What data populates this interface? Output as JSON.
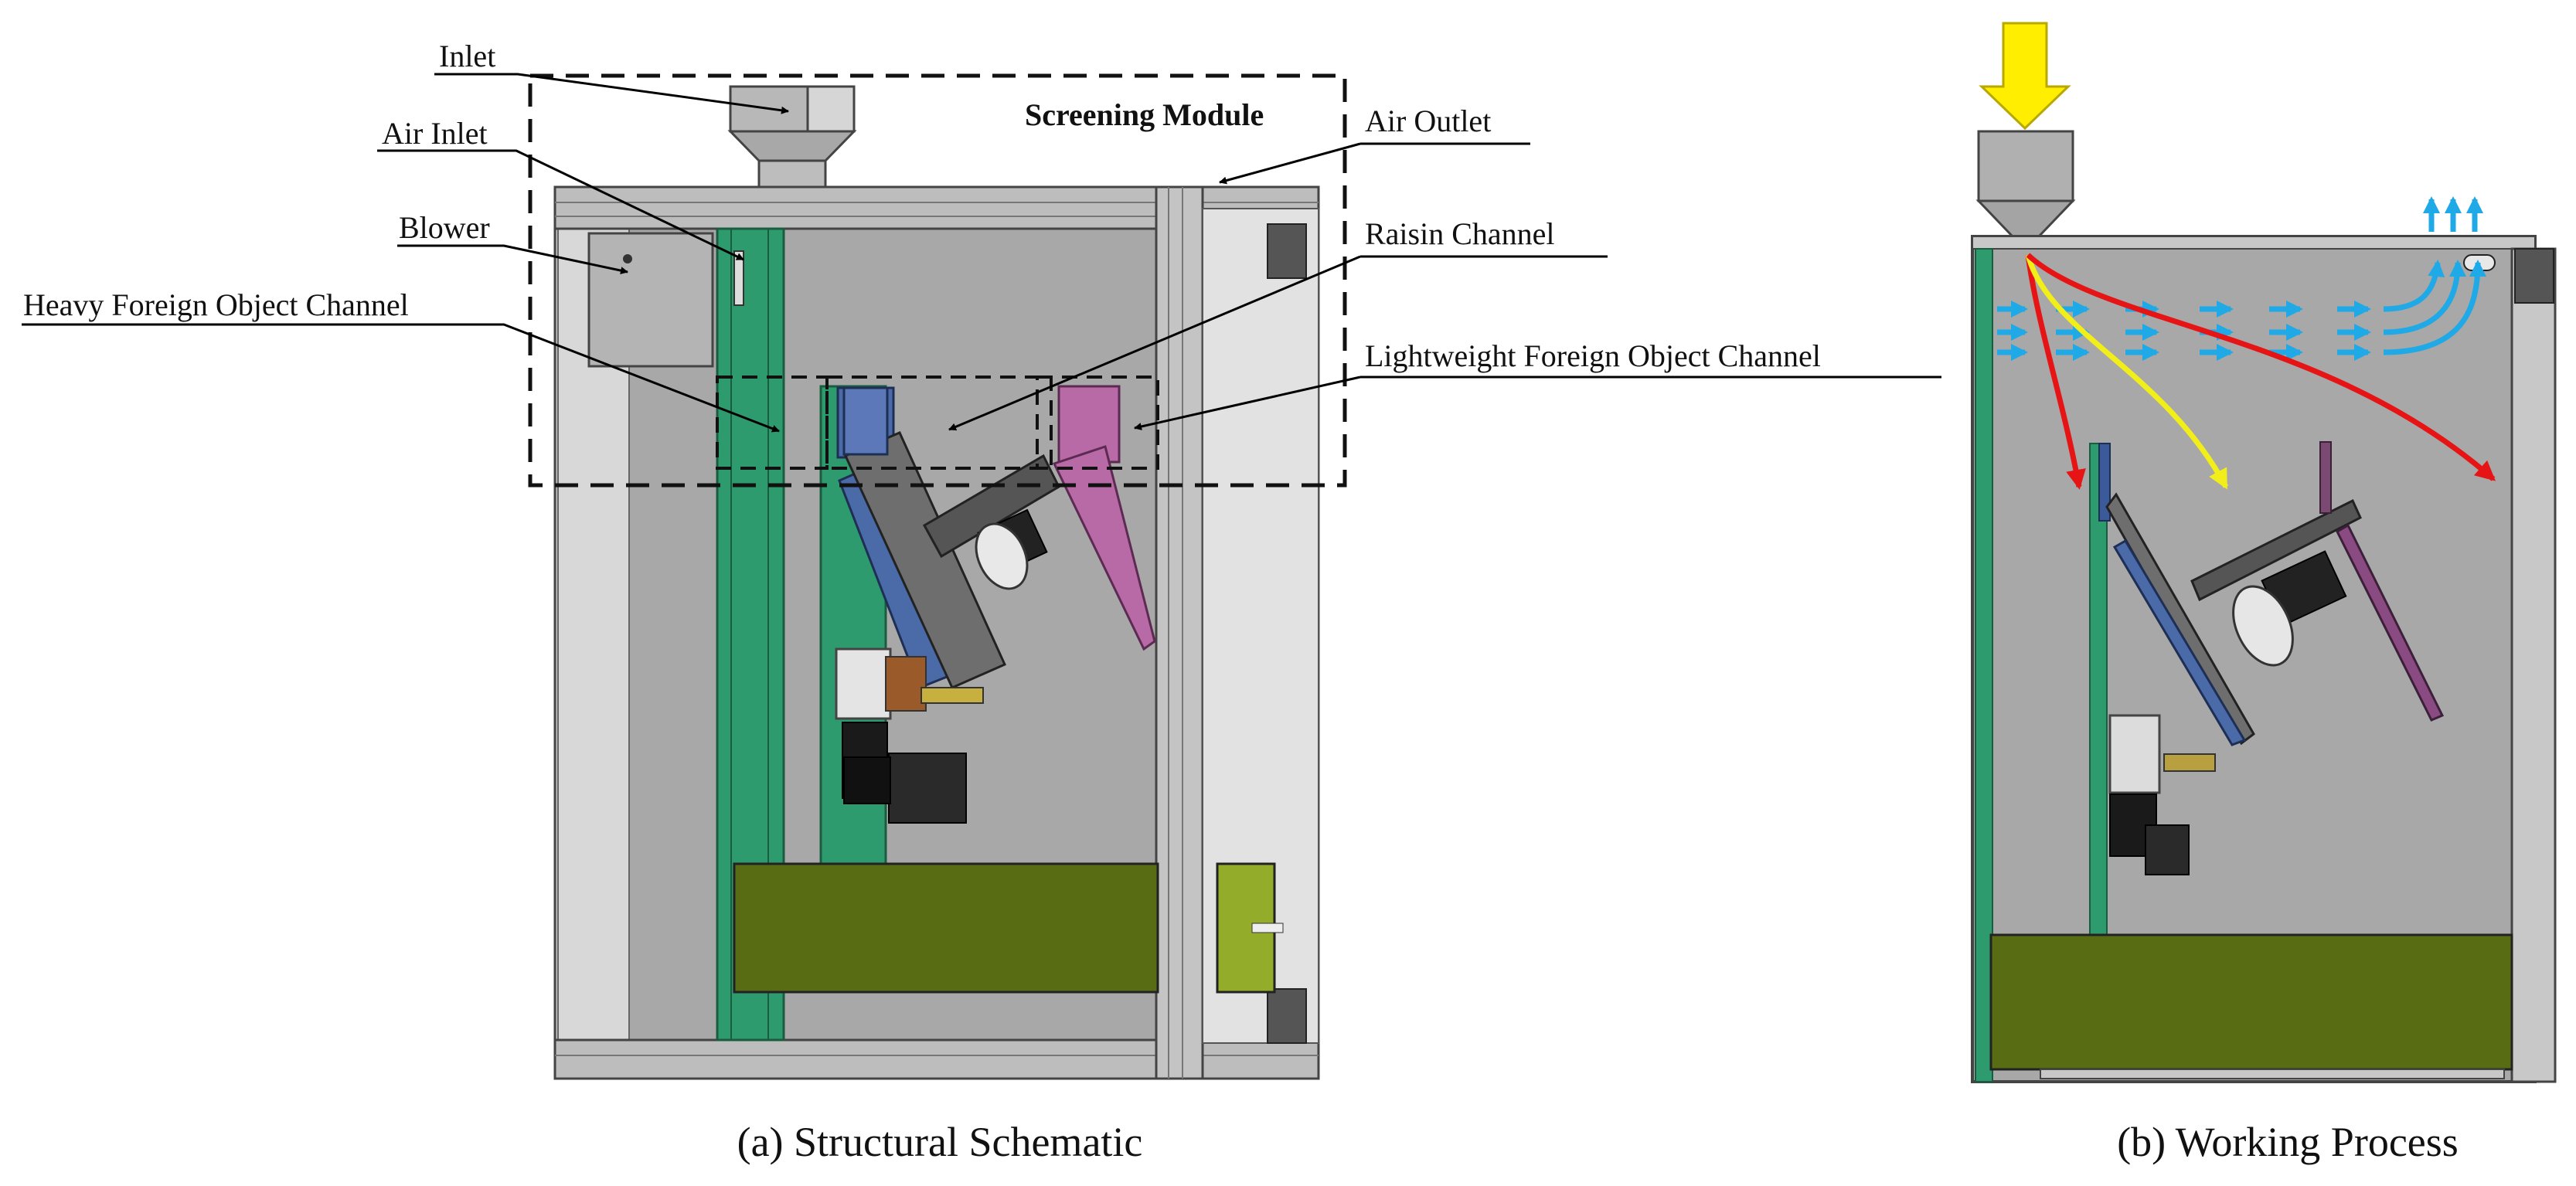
{
  "labels": {
    "inlet": "Inlet",
    "air_inlet": "Air Inlet",
    "blower": "Blower",
    "heavy_channel": "Heavy Foreign Object Channel",
    "screening_module": "Screening Module",
    "air_outlet": "Air Outlet",
    "raisin_channel": "Raisin Channel",
    "lightweight_channel": "Lightweight Foreign Object Channel"
  },
  "captions": {
    "a": "(a) Structural Schematic",
    "b": "(b) Working Process"
  },
  "colors": {
    "frame_gray": "#9e9e9e",
    "panel_gray": "#a8a8a8",
    "green_rail": "#2e9b6e",
    "blue_chute": "#4a6aa8",
    "magenta_chute": "#b86aa6",
    "olive_bin": "#586c14",
    "feed_arrow": "#ffee00",
    "air_flow": "#1fa9e6",
    "heavy_path": "#e61414",
    "raisin_path": "#f2ee1a"
  }
}
